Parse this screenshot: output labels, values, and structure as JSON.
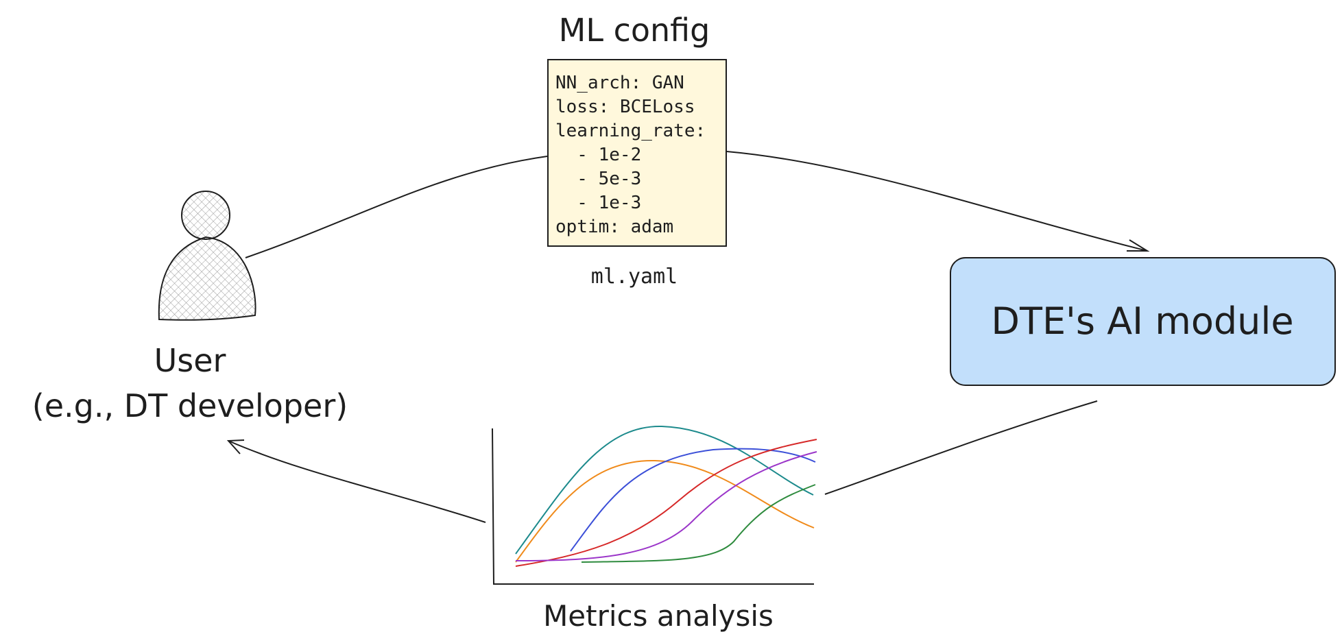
{
  "ml_config": {
    "title": "ML config",
    "file_lines": [
      "NN_arch: GAN",
      "loss: BCELoss",
      "learning_rate:",
      "  - 1e-2",
      "  - 5e-3",
      "  - 1e-3",
      "optim: adam"
    ],
    "file_name": "ml.yaml",
    "fill_color": "#fff8dc"
  },
  "user": {
    "label_line1": "User",
    "label_line2": "(e.g., DT developer)",
    "icon": "person-icon"
  },
  "ai_module": {
    "label": "DTE's AI module",
    "fill_color": "#c2dffb"
  },
  "metrics": {
    "label": "Metrics analysis",
    "icon": "line-chart-icon",
    "series_colors": [
      "#1c8a8c",
      "#f08a1a",
      "#3b4fd8",
      "#d62828",
      "#9b35c9",
      "#2e8b3e"
    ]
  }
}
